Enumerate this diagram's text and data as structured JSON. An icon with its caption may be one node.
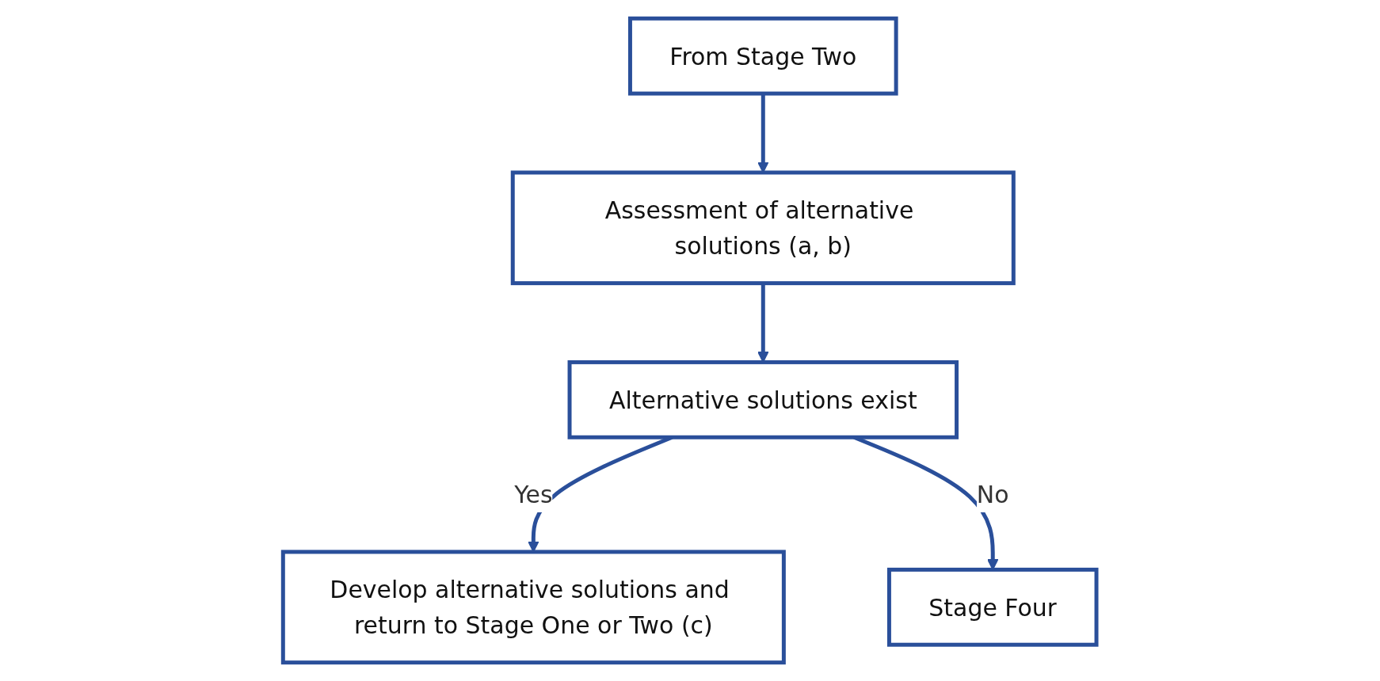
{
  "diagram": {
    "nodes": [
      {
        "text": [
          "From Stage Two"
        ]
      },
      {
        "text": [
          "Assessment of alternative solutions (a, b)"
        ]
      },
      {
        "text": [
          "Alternative solutions exist"
        ]
      },
      {
        "text": [
          "Develop alternative solutions and return to Stage One or Two (c)"
        ]
      },
      {
        "text": [
          "Stage Four"
        ]
      }
    ],
    "edges": [
      {
        "from": 0,
        "to": 1,
        "arrow": "to"
      },
      {
        "from": 1,
        "to": 2,
        "arrow": "to"
      },
      {
        "from": 2,
        "to": 3,
        "label": "Yes",
        "arrow": "to"
      },
      {
        "from": 2,
        "to": 4,
        "label": "No",
        "arrow": "to"
      }
    ]
  }
}
